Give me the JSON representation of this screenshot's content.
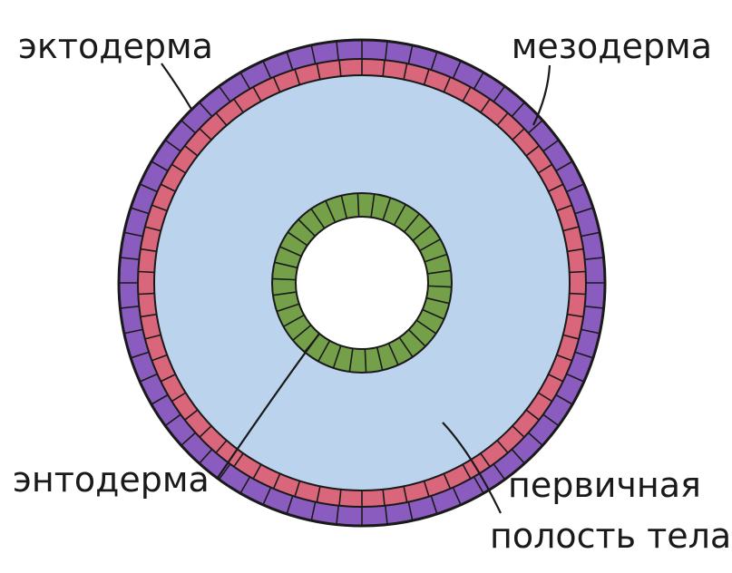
{
  "labels": {
    "ectoderm": "эктодерма",
    "mesoderm": "мезодерма",
    "endoderm": "энтодерма",
    "cavity_line1": "первичная",
    "cavity_line2": "полость тела"
  },
  "colors": {
    "ectoderm": "#8a5cc0",
    "mesoderm": "#d9667a",
    "cavity": "#bcd3ee",
    "endoderm": "#74a04a",
    "lumen": "#ffffff",
    "outline": "#1a1a1a"
  },
  "segments": {
    "ectoderm": 60,
    "mesoderm": 62,
    "endoderm": 34
  }
}
